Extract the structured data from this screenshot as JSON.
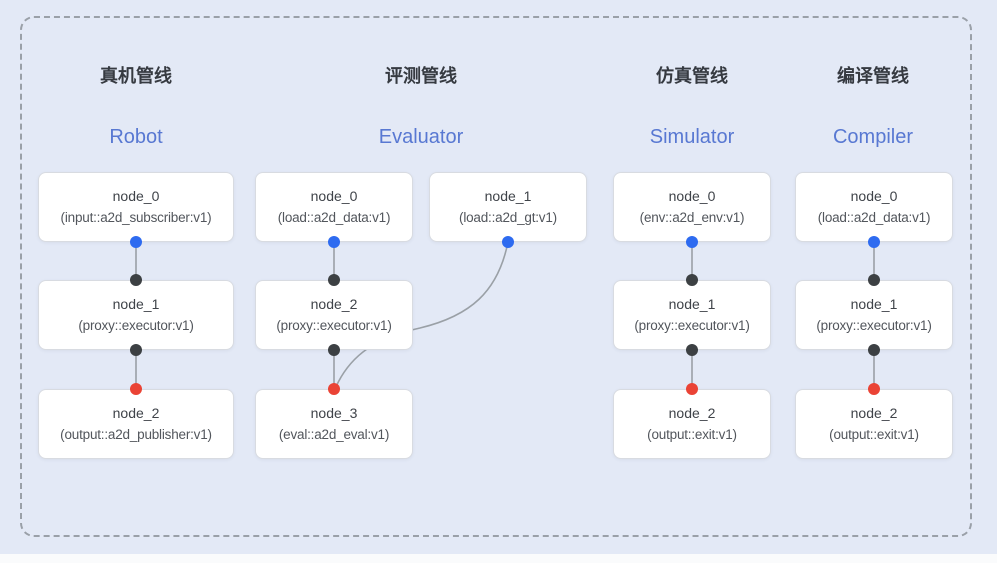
{
  "colors": {
    "background": "#e3e9f6",
    "bottom_strip": "#fafbfc",
    "frame_dash": "#9aa0a8",
    "node_bg": "#ffffff",
    "node_border": "#d8dbe1",
    "node_title": "#3f4349",
    "node_type": "#52565c",
    "header_cn": "#363a41",
    "header_en": "#5878d2",
    "connector": "#9aa0a6",
    "dot_blue": "#2e6bf0",
    "dot_black": "#3c4043",
    "dot_red": "#ea4335"
  },
  "pipelines": [
    {
      "title_cn": "真机管线",
      "title_en": "Robot",
      "nodes": [
        {
          "name": "node_0",
          "type": "(input::a2d_subscriber:v1)"
        },
        {
          "name": "node_1",
          "type": "(proxy::executor:v1)"
        },
        {
          "name": "node_2",
          "type": "(output::a2d_publisher:v1)"
        }
      ]
    },
    {
      "title_cn": "评测管线",
      "title_en": "Evaluator",
      "nodes": [
        {
          "name": "node_0",
          "type": "(load::a2d_data:v1)"
        },
        {
          "name": "node_1",
          "type": "(load::a2d_gt:v1)"
        },
        {
          "name": "node_2",
          "type": "(proxy::executor:v1)"
        },
        {
          "name": "node_3",
          "type": "(eval::a2d_eval:v1)"
        }
      ]
    },
    {
      "title_cn": "仿真管线",
      "title_en": "Simulator",
      "nodes": [
        {
          "name": "node_0",
          "type": "(env::a2d_env:v1)"
        },
        {
          "name": "node_1",
          "type": "(proxy::executor:v1)"
        },
        {
          "name": "node_2",
          "type": "(output::exit:v1)"
        }
      ]
    },
    {
      "title_cn": "编译管线",
      "title_en": "Compiler",
      "nodes": [
        {
          "name": "node_0",
          "type": "(load::a2d_data:v1)"
        },
        {
          "name": "node_1",
          "type": "(proxy::executor:v1)"
        },
        {
          "name": "node_2",
          "type": "(output::exit:v1)"
        }
      ]
    }
  ]
}
